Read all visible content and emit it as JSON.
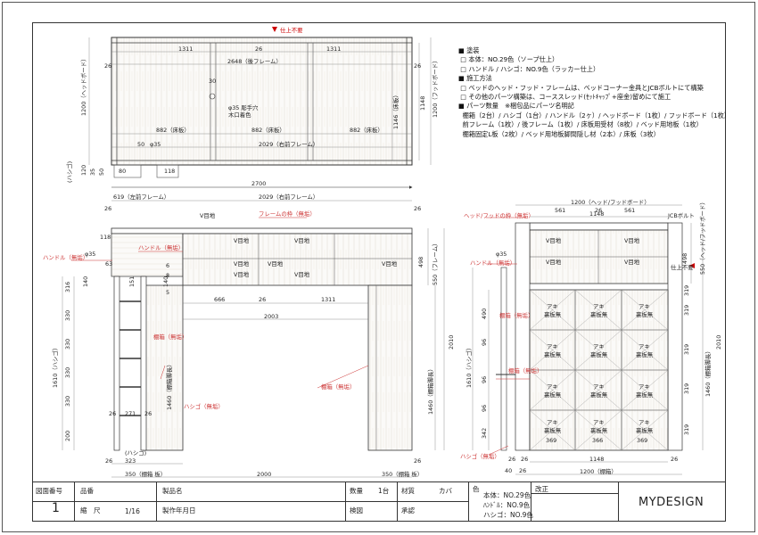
{
  "top_marker": "仕上不要",
  "notes": {
    "h_paint": "塗装",
    "paint_body": "本体：NO.29色（ソープ仕上）",
    "paint_handle": "ハンドル / ハシゴ：NO.9色（ラッカー仕上）",
    "h_method": "施工方法",
    "method_1": "ベッドのヘッド・フッド・フレームは、ベッドコーナー金具とJCBボルトにて構築",
    "method_2": "その他のパーツ構築は、コーススレッド(ｾｯﾄｷｬｯﾌﾟ+座金)留めにて施工",
    "h_parts": "パーツ数量",
    "parts_note": "※梱包品にパーツ名明記",
    "parts_1": "棚箱（2台）/ ハシゴ（1台）/ ハンドル（2ヶ）/ ヘッドボード（1枚）/ フッドボード（1枚）",
    "parts_2": "前フレーム（1枚）/ 後フレーム（1枚）/ 床板用受材（8枚）/ ベッド用地板（1枚）",
    "parts_3": "棚箱固定L板（2枚）/ ベッド用地板脚間隠し材（2本）/ 床板（3枚）"
  },
  "plan": {
    "d1311a": "1311",
    "d26a": "26",
    "d1311b": "1311",
    "d2648": "2648（後フレーム）",
    "d30": "30",
    "hole": "φ35 彫手穴",
    "hole2": "木口着色",
    "d882a": "882（床板）",
    "d882b": "882（床板）",
    "d882c": "882（床板）",
    "d50": "50",
    "d35": "φ35",
    "d2029": "2029（右前フレーム）",
    "d80": "80",
    "d118": "118",
    "d26l": "26",
    "d26r": "26",
    "d1200l": "1200（ヘッドボード）",
    "d1200r": "1200（フッドボード）",
    "d1148": "1148",
    "d1146": "1146（床板）",
    "d120": "120",
    "d35v": "35",
    "d50v": "50",
    "ladder_v": "(ハシゴ)",
    "d2700": "2700"
  },
  "front": {
    "d619": "619（左前フレーム）",
    "d2029": "2029（右前フレーム）",
    "d26a": "26",
    "d26b": "26",
    "frame_lbl": "フレームの枠（無垢）",
    "handle_lbl": "ハンドル（無垢）",
    "handle_lbl2": "ハンドル（無垢）",
    "v1": "V目地",
    "v2": "V目地",
    "v3": "V目地",
    "v4": "V目地",
    "v5": "V目地",
    "v6": "V目地",
    "v7": "V目地",
    "v8": "V目地",
    "d35": "φ35",
    "d63": "63",
    "d118": "118",
    "d140": "140",
    "d151": "151",
    "d140b": "140",
    "d5": "5",
    "d6": "6",
    "d8": "8",
    "d498": "498",
    "d550": "550（フレーム）",
    "d666": "666",
    "d1311": "1311",
    "d26c": "26",
    "d2003": "2003",
    "d2010": "2010",
    "d316": "316",
    "d330a": "330",
    "d330b": "330",
    "d330c": "330",
    "d330d": "330",
    "d200": "200",
    "d1610": "1610（ハシゴ）",
    "d1460l": "1460（棚箱脚長）",
    "d1460r": "1460（棚箱脚長）",
    "shelf_lbl": "棚箱（無垢）",
    "shelf_lbl2": "棚箱（無垢）",
    "ladder_lbl": "ハシゴ（無垢）",
    "d271": "271",
    "d26d": "26",
    "d26e": "26",
    "d323": "323",
    "ladder_bottom": "(ハシゴ)",
    "d350l": "350（棚箱 板）",
    "d2000": "2000",
    "d350r": "350（棚箱 板）",
    "d26f": "26",
    "d26g": "26"
  },
  "side": {
    "d1200top": "1200（ヘッド/フッドボード）",
    "d1148": "1148",
    "d561a": "561",
    "d26": "26",
    "d561b": "561",
    "hf_lbl": "ヘッド/フッドの枠（無垢）",
    "jcb": "JCBボルト",
    "finish": "仕上不要",
    "handle_lbl": "ハンドル（無垢）",
    "v1": "V目地",
    "v2": "V目地",
    "v3": "V目地",
    "v4": "V目地",
    "d35": "φ35",
    "d498": "498",
    "d550": "550（ヘッド/フッドボード）",
    "d490": "490",
    "d96a": "96",
    "d96b": "96",
    "d96c": "96",
    "d342": "342",
    "d1610": "1610（ハシゴ）",
    "d319a": "319",
    "d319b": "319",
    "d319c": "319",
    "d319d": "319",
    "d319e": "319",
    "d1460": "1460（棚箱脚長）",
    "d2010": "2010",
    "shelf_lbl": "棚箱（無垢）",
    "shelf_lbl2": "棚箱（無垢）",
    "ladder_lbl": "ハシゴ（無垢）",
    "cell": "アキ",
    "cell2": "裏板無",
    "d369a": "369",
    "d366": "366",
    "d369b": "369",
    "d26b": "26",
    "d1148b": "1148",
    "d40": "40",
    "d26c": "26",
    "d1200b": "1200（棚箱）",
    "d26d": "26",
    "d26e": "26"
  },
  "titleblock": {
    "drawing_no_label": "図面番号",
    "drawing_no": "1",
    "item_label": "品番",
    "product_label": "製品名",
    "qty_label": "数量",
    "qty": "1台",
    "material_label": "材質",
    "material": "カバ",
    "color_label": "色",
    "color_body": "本体：NO.29色",
    "color_handle": "ﾊﾝﾄﾞﾙ：NO.9色",
    "color_ladder": "ハシゴ：NO.9色",
    "revise_label": "改正",
    "brand": "MYDESIGN",
    "scale_label": "縮　尺",
    "scale": "1/16",
    "date_label": "製作年月日",
    "check_label": "検図",
    "approve_label": "承認"
  }
}
